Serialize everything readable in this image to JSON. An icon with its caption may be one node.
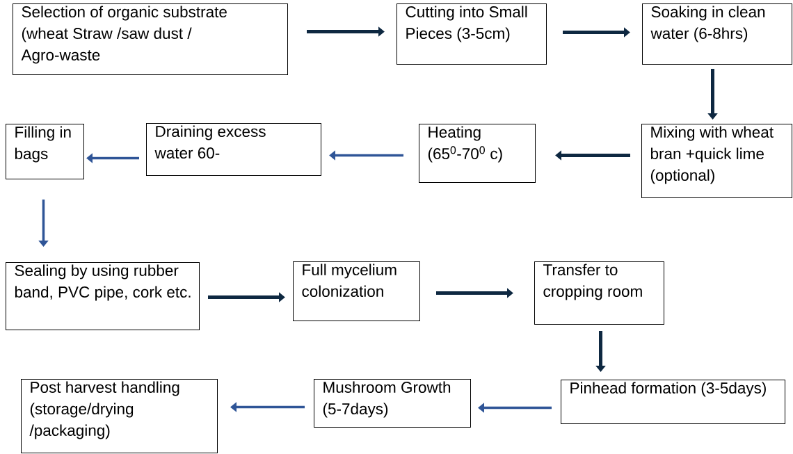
{
  "diagram": {
    "nodes": [
      {
        "text": [
          "Selection of organic substrate (wheat Straw /saw dust / Agro-waste"
        ]
      },
      {
        "text": [
          "Cutting into Small Pieces (3-5cm)"
        ]
      },
      {
        "text": [
          "Soaking in clean water (6-8hrs)"
        ]
      },
      {
        "text": [
          "Mixing with wheat bran +quick lime (optional)"
        ]
      },
      {
        "text": [
          "Heating (65$^{0}$-70$^{0}$ c)"
        ]
      },
      {
        "text": [
          "Draining excess water 60-"
        ]
      },
      {
        "text": [
          "Filling in bags"
        ]
      },
      {
        "text": [
          "Sealing by using rubber band, PVC pipe, cork etc."
        ]
      },
      {
        "text": [
          "Full mycelium colonization"
        ]
      },
      {
        "text": [
          "Transfer to cropping room"
        ]
      },
      {
        "text": [
          "Pinhead formation (3-5days)"
        ]
      },
      {
        "text": [
          "Mushroom Growth (5-7days)"
        ]
      },
      {
        "text": [
          "Post harvest handling (storage/drying /packaging)"
        ]
      }
    ],
    "edges": [
      {
        "from": 0,
        "to": 1,
        "arrow": "to"
      },
      {
        "from": 1,
        "to": 2,
        "arrow": "to"
      },
      {
        "from": 2,
        "to": 3,
        "arrow": "to"
      },
      {
        "from": 3,
        "to": 4,
        "arrow": "to"
      },
      {
        "from": 4,
        "to": 5,
        "arrow": "to",
        "color": "#2f5597"
      },
      {
        "from": 5,
        "to": 6,
        "arrow": "to",
        "color": "#2f5597"
      },
      {
        "from": 6,
        "to": 7,
        "arrow": "to",
        "color": "#2f5597"
      },
      {
        "from": 7,
        "to": 8,
        "arrow": "to"
      },
      {
        "from": 8,
        "to": 9,
        "arrow": "to"
      },
      {
        "from": 9,
        "to": 10,
        "arrow": "to"
      },
      {
        "from": 10,
        "to": 11,
        "arrow": "to",
        "color": "#2f5597"
      },
      {
        "from": 11,
        "to": 12,
        "arrow": "to",
        "color": "#2f5597"
      }
    ]
  }
}
